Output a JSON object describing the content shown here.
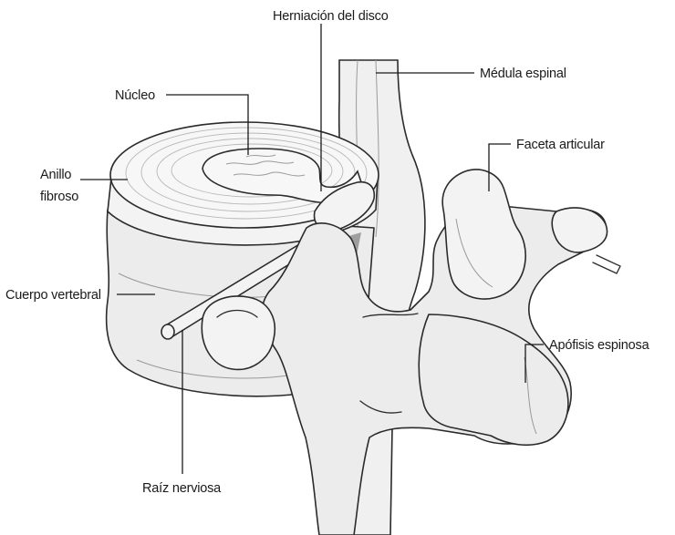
{
  "labels": {
    "herniation": "Herniación del disco",
    "spinal_cord": "Médula espinal",
    "nucleus": "Núcleo",
    "facet": "Faceta articular",
    "annulus_line1": "Anillo",
    "annulus_line2": "fibroso",
    "vertebral_body": "Cuerpo vertebral",
    "spinous_process": "Apófisis espinosa",
    "nerve_root": "Raíz nerviosa"
  }
}
